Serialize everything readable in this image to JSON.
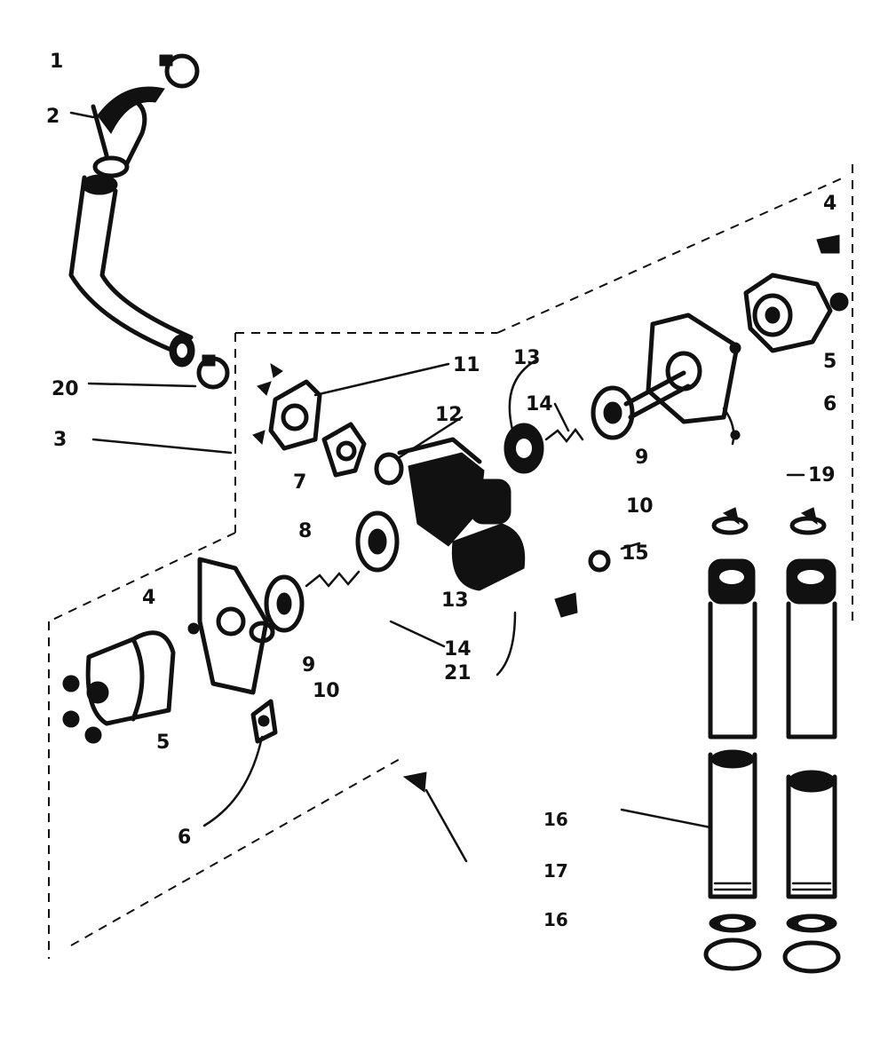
{
  "labels": {
    "l1": "1",
    "l2": "2",
    "l3": "3",
    "l4_top": "4",
    "l4_left": "4",
    "l5_right": "5",
    "l5_left": "5",
    "l6_right": "6",
    "l6_bottom": "6",
    "l7": "7",
    "l8": "8",
    "l9_upper": "9",
    "l9_lower": "9",
    "l10_right": "10",
    "l10_left": "10",
    "l11": "11",
    "l12": "12",
    "l13_upper": "13",
    "l13_lower": "13",
    "l14_upper": "14",
    "l14_lower": "14",
    "l15": "15",
    "l16_a": "16",
    "l16_b": "16",
    "l17": "17",
    "l19": "19",
    "l20": "20",
    "l21": "21"
  },
  "colors": {
    "ink": "#111111",
    "paper": "#ffffff"
  }
}
